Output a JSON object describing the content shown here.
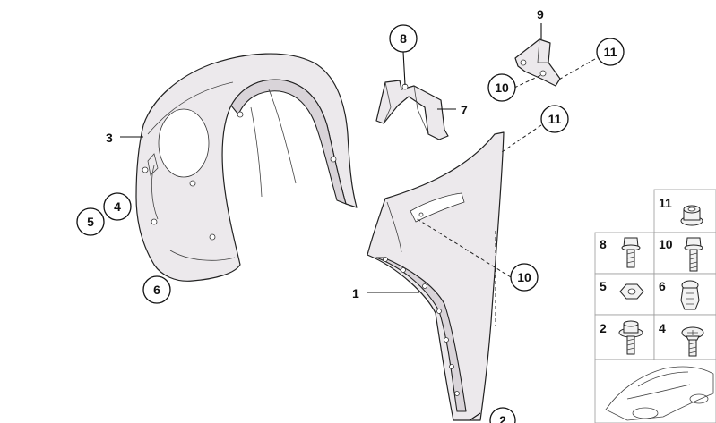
{
  "callouts": {
    "c1": "1",
    "c2": "2",
    "c3": "3",
    "c4": "4",
    "c5": "5",
    "c6": "6",
    "c7": "7",
    "c8": "8",
    "c9": "9",
    "c10a": "10",
    "c10b": "10",
    "c11a": "11",
    "c11b": "11"
  },
  "hardware_panel": {
    "cells": [
      {
        "label": "11",
        "icon": "flange-nut-icon"
      },
      {
        "label": "8",
        "icon": "hex-bolt-short-icon"
      },
      {
        "label": "10",
        "icon": "hex-bolt-long-icon"
      },
      {
        "label": "5",
        "icon": "hex-nut-icon"
      },
      {
        "label": "6",
        "icon": "expanding-rivet-icon"
      },
      {
        "label": "2",
        "icon": "washer-screw-icon"
      },
      {
        "label": "4",
        "icon": "cross-head-screw-icon"
      }
    ],
    "thumbnail": "vehicle-outline-icon"
  }
}
